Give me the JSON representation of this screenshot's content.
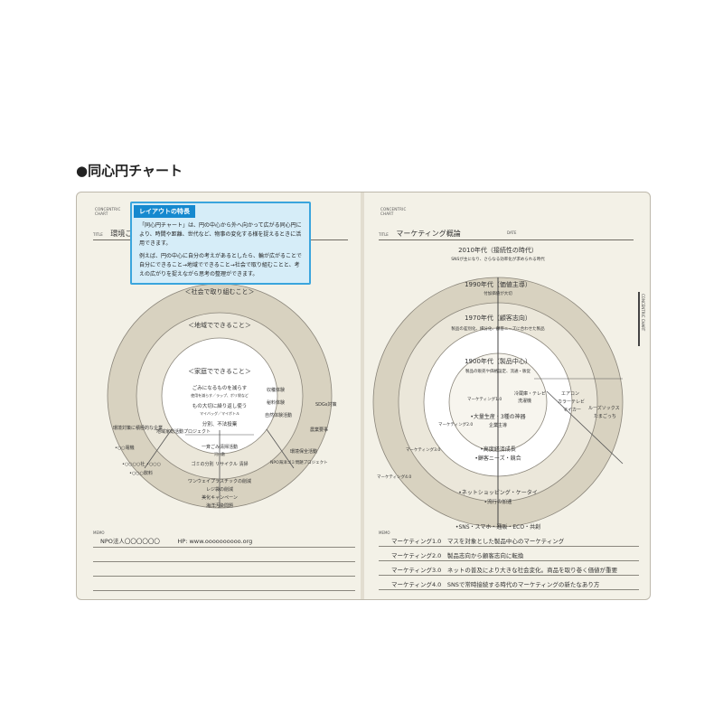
{
  "heading": "●同心円チャート",
  "left_page": {
    "label_lines": [
      "CONCENTRIC",
      "CHART"
    ],
    "title_key": "TITLE",
    "title_value": "環境ごみ",
    "callout": {
      "badge": "レイアウトの特長",
      "paragraphs": [
        "「同心円チャート」は、円の中心から外へ向かって広がる同心円により、時間や距離、世代など、物事の変化する様を捉えるときに活用できます。",
        "例えば、円の中心に自分の考えがあるとしたら、輪が広がることで自分にできること→地域でできること→社会で取り組むことと、考えの広がりを捉えながら思考の整理ができます。"
      ]
    },
    "chart": {
      "rings": [
        "＜社会で取り組むこと＞",
        "＜地域でできること＞",
        "＜家庭でできること＞"
      ],
      "center": {
        "line1": "ごみになるものを減らす",
        "line2": "使用を減らす／ラップ、ポリ袋など",
        "line3": "もの大切に繰り返し使う",
        "line4": "マイバッグ／マイボトル",
        "line5": "分別、不法投棄"
      },
      "right_labels": [
        "収穫体験",
        "秘料体験",
        "自然体験活動",
        "NPO海洋ゴミ問題プロジェクト",
        "環境保全活動",
        "農業要事",
        "SDGs対策"
      ],
      "left_labels": [
        "地域家総活動プロジェクト",
        "環境対策に積極的な企業",
        "•○○電機",
        "•○○○○社 •○○○",
        "•○○○飲料"
      ],
      "bottom_labels": [
        "一斉ごみ清掃活動",
        "河川敷",
        "ゴミの分別 リサイクル 清掃",
        "ワンウェイプラスチックの削減",
        "レジ袋の削減",
        "美化キャンペーン",
        "海洋汚染問題"
      ]
    },
    "memo_key": "MEMO",
    "memo_lines": [
      "NPO法人〇〇〇〇〇〇　　　HP: www.oooooooooo.org",
      "",
      "",
      ""
    ]
  },
  "right_page": {
    "label_lines": [
      "CONCENTRIC",
      "CHART"
    ],
    "title_key": "TITLE",
    "title_value": "マーケティング概論",
    "date_key": "DATE",
    "side_tab": "CONCENTRIC CHART",
    "chart": {
      "eras": [
        {
          "title": "2010年代（接続性の時代）",
          "sub": "SNSが主になり、さらなる効率化が求められる時代"
        },
        {
          "title": "1990年代（価値主導）",
          "sub": "付加価値が大切"
        },
        {
          "title": "1970年代（顧客志向）",
          "sub": "製品の差別化、細分化、顧客ニーズに合わせた製品"
        },
        {
          "title": "1900年代（製品中心）",
          "sub": "製品の販売や価格設定、流通・販促"
        }
      ],
      "marketing": [
        "マーケティング1.0",
        "マーケティング2.0",
        "マーケティング3.0",
        "マーケティング4.0"
      ],
      "mid_items": [
        "冷蔵庫・テレビ",
        "洗濯機",
        "•大量生産・3種の神器",
        "企業主導"
      ],
      "wedge_items": [
        "エアコン",
        "カラーテレビ",
        "マイカー",
        "ルーズソックス",
        "たまごっち"
      ],
      "lower_items": [
        "•高度経済成長",
        "•顧客ニーズ・競合",
        "•ネットショッピング・ケータイ",
        "•流行の加速",
        "•SNS・スマホ・通販・ECO・共創"
      ]
    },
    "memo_key": "MEMO",
    "memo_lines": [
      "マーケティング1.0　マスを対象とした製品中心のマーケティング",
      "マーケティング2.0　製品志向から顧客志向に転換",
      "マーケティング3.0　ネットの普及により大きな社会変化。商品を取り巻く価値が重要",
      "マーケティング4.0　SNSで常時接続する時代のマーケティングの新たなあり方"
    ]
  },
  "colors": {
    "ring_outer": "#d8d2c0",
    "ring_inner": "#ebe7da",
    "callout_border": "#3aa5dd",
    "badge": "#1689cf"
  }
}
